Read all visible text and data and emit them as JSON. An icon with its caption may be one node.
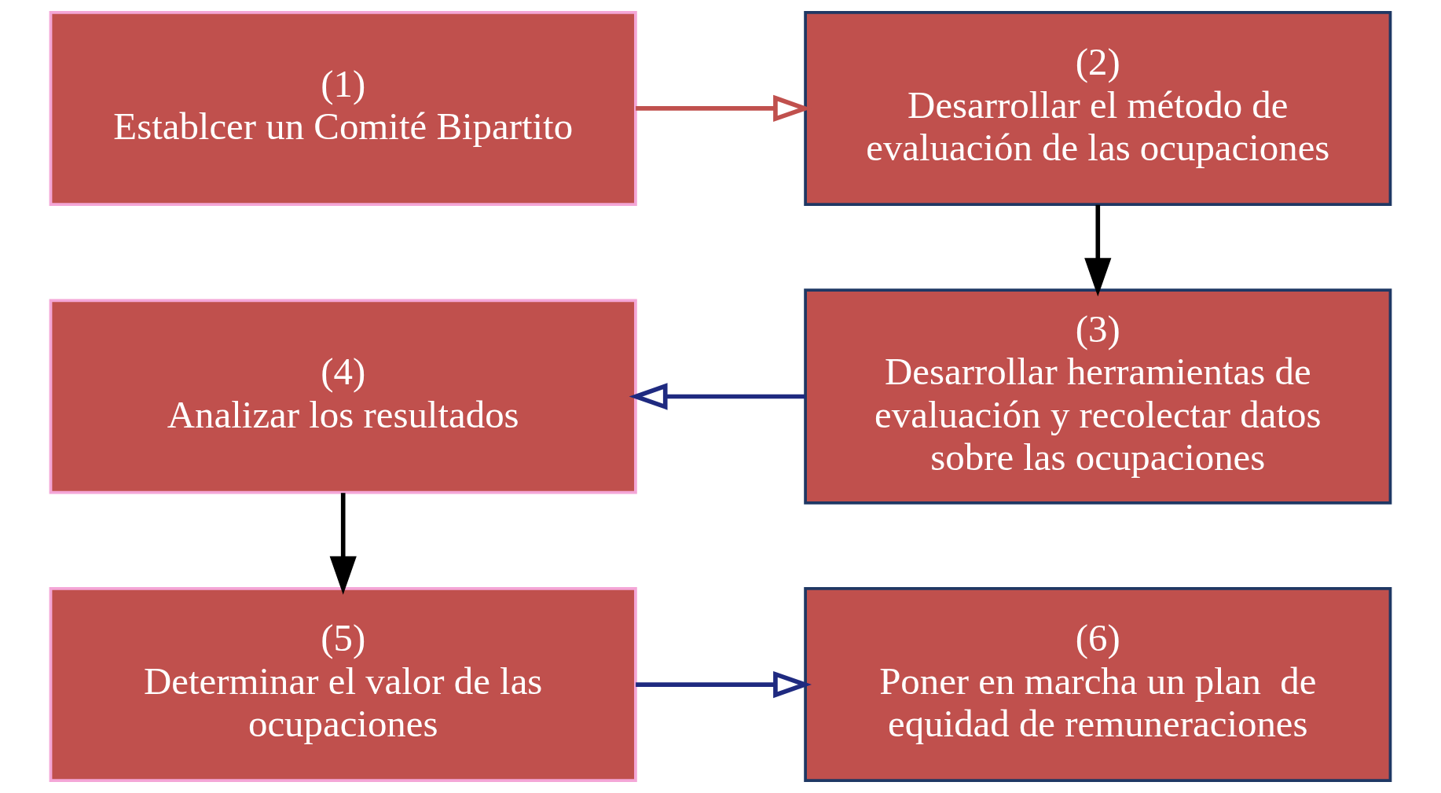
{
  "diagram": {
    "nodes": [
      {
        "text": [
          "(1)",
          "Establcer un Comité Bipartito"
        ]
      },
      {
        "text": [
          "(2)",
          "Desarrollar el método de evaluación de las ocupaciones"
        ]
      },
      {
        "text": [
          "(3)",
          "Desarrollar herramientas de evaluación y recolectar datos sobre las ocupaciones"
        ]
      },
      {
        "text": [
          "(4)",
          "Analizar los resultados"
        ]
      },
      {
        "text": [
          "(5)",
          "Determinar el valor de las ocupaciones"
        ]
      },
      {
        "text": [
          "(6)",
          "Poner en marcha un plan  de equidad de remuneraciones"
        ]
      }
    ],
    "edges": [
      {
        "from": 0,
        "to": 1,
        "arrow": "to",
        "color": "#c0504d"
      },
      {
        "from": 1,
        "to": 2,
        "arrow": "to",
        "color": "#000000"
      },
      {
        "from": 2,
        "to": 3,
        "arrow": "to",
        "color": "#1f2a80"
      },
      {
        "from": 3,
        "to": 4,
        "arrow": "to",
        "color": "#000000"
      },
      {
        "from": 4,
        "to": 5,
        "arrow": "to",
        "color": "#1f2a80"
      }
    ]
  }
}
